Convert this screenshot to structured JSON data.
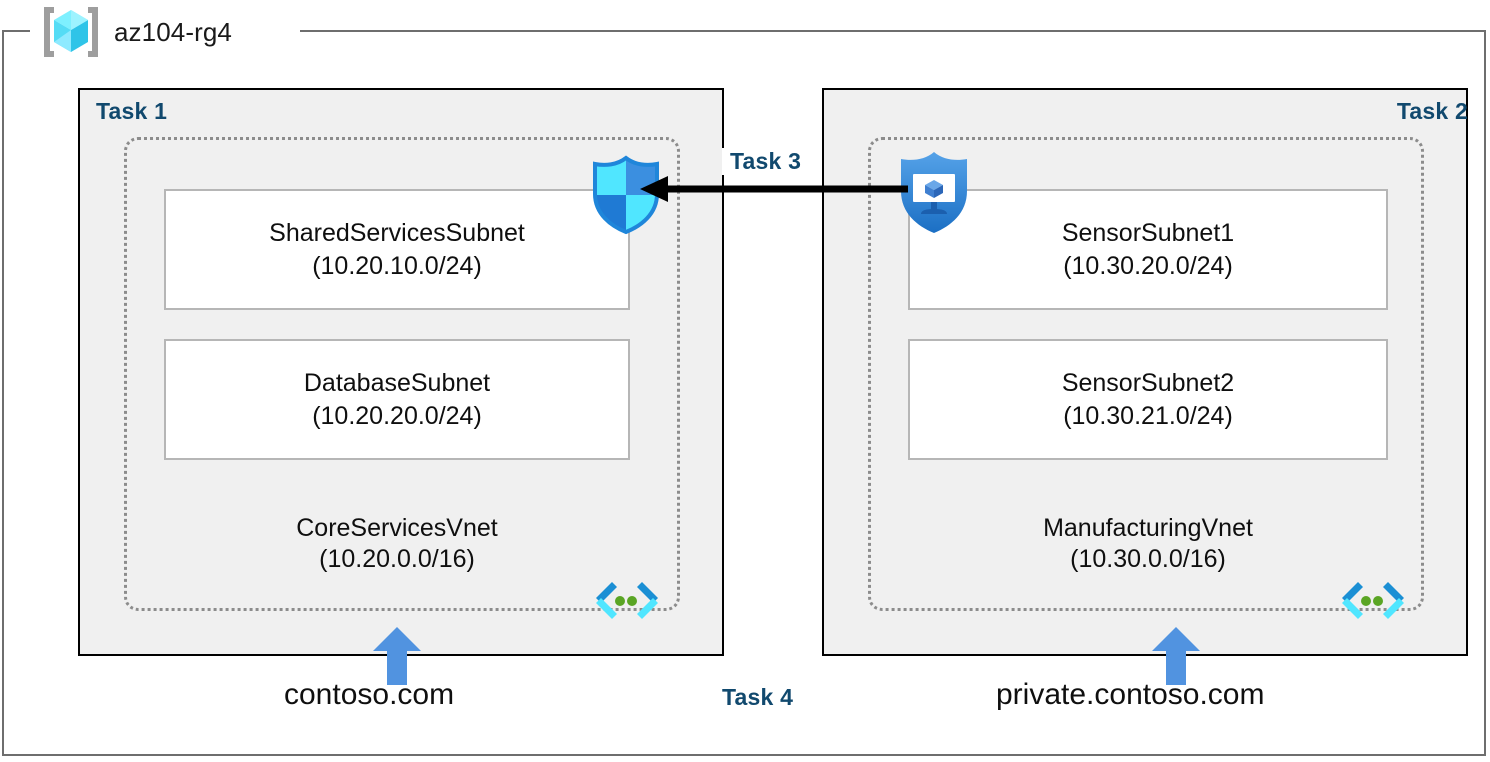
{
  "resource_group": {
    "name": "az104-rg4",
    "icon": "resource-group-cube-icon"
  },
  "tasks": {
    "task1_label": "Task 1",
    "task2_label": "Task 2",
    "task3_label": "Task 3",
    "task4_label": "Task 4"
  },
  "vnets": [
    {
      "id": "core",
      "name": "CoreServicesVnet",
      "cidr": "(10.20.0.0/16)",
      "icon": "virtual-network-icon",
      "subnets": [
        {
          "name": "SharedServicesSubnet",
          "cidr": "(10.20.10.0/24)"
        },
        {
          "name": "DatabaseSubnet",
          "cidr": "(10.20.20.0/24)"
        }
      ]
    },
    {
      "id": "manufacturing",
      "name": "ManufacturingVnet",
      "cidr": "(10.30.0.0/16)",
      "icon": "virtual-network-icon",
      "subnets": [
        {
          "name": "SensorSubnet1",
          "cidr": "(10.30.20.0/24)"
        },
        {
          "name": "SensorSubnet2",
          "cidr": "(10.30.21.0/24)"
        }
      ]
    }
  ],
  "icons": {
    "firewall": "shield-quadrant-icon",
    "bastion": "shield-monitor-icon",
    "peering_arrow": "left-arrow-icon",
    "dns_arrow": "up-arrow-icon"
  },
  "dns_zones": [
    {
      "name": "contoso.com"
    },
    {
      "name": "private.contoso.com"
    }
  ],
  "colors": {
    "task_label": "#11496e",
    "task_box_fill": "#f0f0f0",
    "task_box_border": "#000000",
    "vnet_border": "#8c8c8c",
    "subnet_border": "#b6b6b6",
    "rg_border": "#6e6e6e",
    "dns_arrow": "#5193e0",
    "peering_arrow": "#000000",
    "cube_cyan": "#50e6ff",
    "shield_blue": "#0078d4"
  }
}
